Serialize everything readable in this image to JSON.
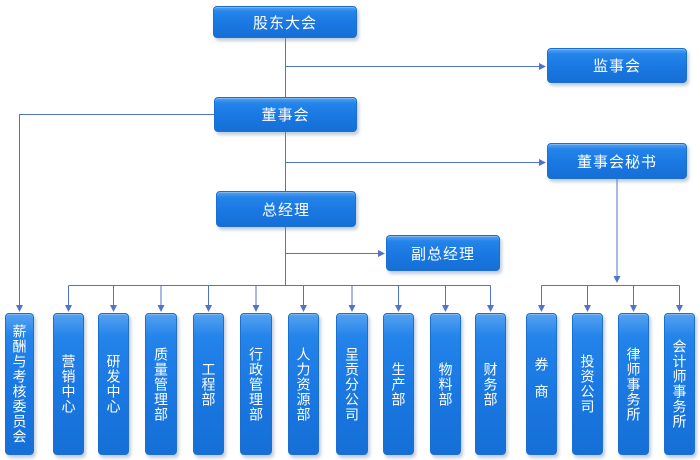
{
  "diagram": {
    "type": "org-chart",
    "background_color": "#ffffff",
    "node_fill_color": "#1b79e3",
    "node_fill_highlight": "#55a2f0",
    "node_border_color": "#1c6fd2",
    "node_text_color": "#ffffff",
    "connector_color": "#4f74c8"
  },
  "nodes": {
    "shareholders_meeting": "股东大会",
    "supervisory_board": "监事会",
    "board_of_directors": "董事会",
    "board_secretary": "董事会秘书",
    "general_manager": "总经理",
    "deputy_general_manager": "副总经理",
    "compensation_committee": "薪酬与考核委员会"
  },
  "departments": [
    "营销中心",
    "研发中心",
    "质量管理部",
    "工程部",
    "行政管理部",
    "人力资源部",
    "呈贡分公司",
    "生产部",
    "物料部",
    "财务部"
  ],
  "external_agencies": [
    "券商",
    "投资公司",
    "律师事务所",
    "会计师事务所"
  ],
  "edges": [
    {
      "from": "股东大会",
      "to": "监事会"
    },
    {
      "from": "股东大会",
      "to": "董事会"
    },
    {
      "from": "董事会",
      "to": "薪酬与考核委员会"
    },
    {
      "from": "董事会",
      "to": "董事会秘书"
    },
    {
      "from": "董事会",
      "to": "总经理"
    },
    {
      "from": "总经理",
      "to": "副总经理"
    },
    {
      "from": "总经理",
      "to": "营销中心"
    },
    {
      "from": "总经理",
      "to": "研发中心"
    },
    {
      "from": "总经理",
      "to": "质量管理部"
    },
    {
      "from": "总经理",
      "to": "工程部"
    },
    {
      "from": "总经理",
      "to": "行政管理部"
    },
    {
      "from": "总经理",
      "to": "人力资源部"
    },
    {
      "from": "总经理",
      "to": "呈贡分公司"
    },
    {
      "from": "总经理",
      "to": "生产部"
    },
    {
      "from": "总经理",
      "to": "物料部"
    },
    {
      "from": "总经理",
      "to": "财务部"
    },
    {
      "from": "董事会秘书",
      "to": "券商"
    },
    {
      "from": "董事会秘书",
      "to": "投资公司"
    },
    {
      "from": "董事会秘书",
      "to": "律师事务所"
    },
    {
      "from": "董事会秘书",
      "to": "会计师事务所"
    }
  ]
}
